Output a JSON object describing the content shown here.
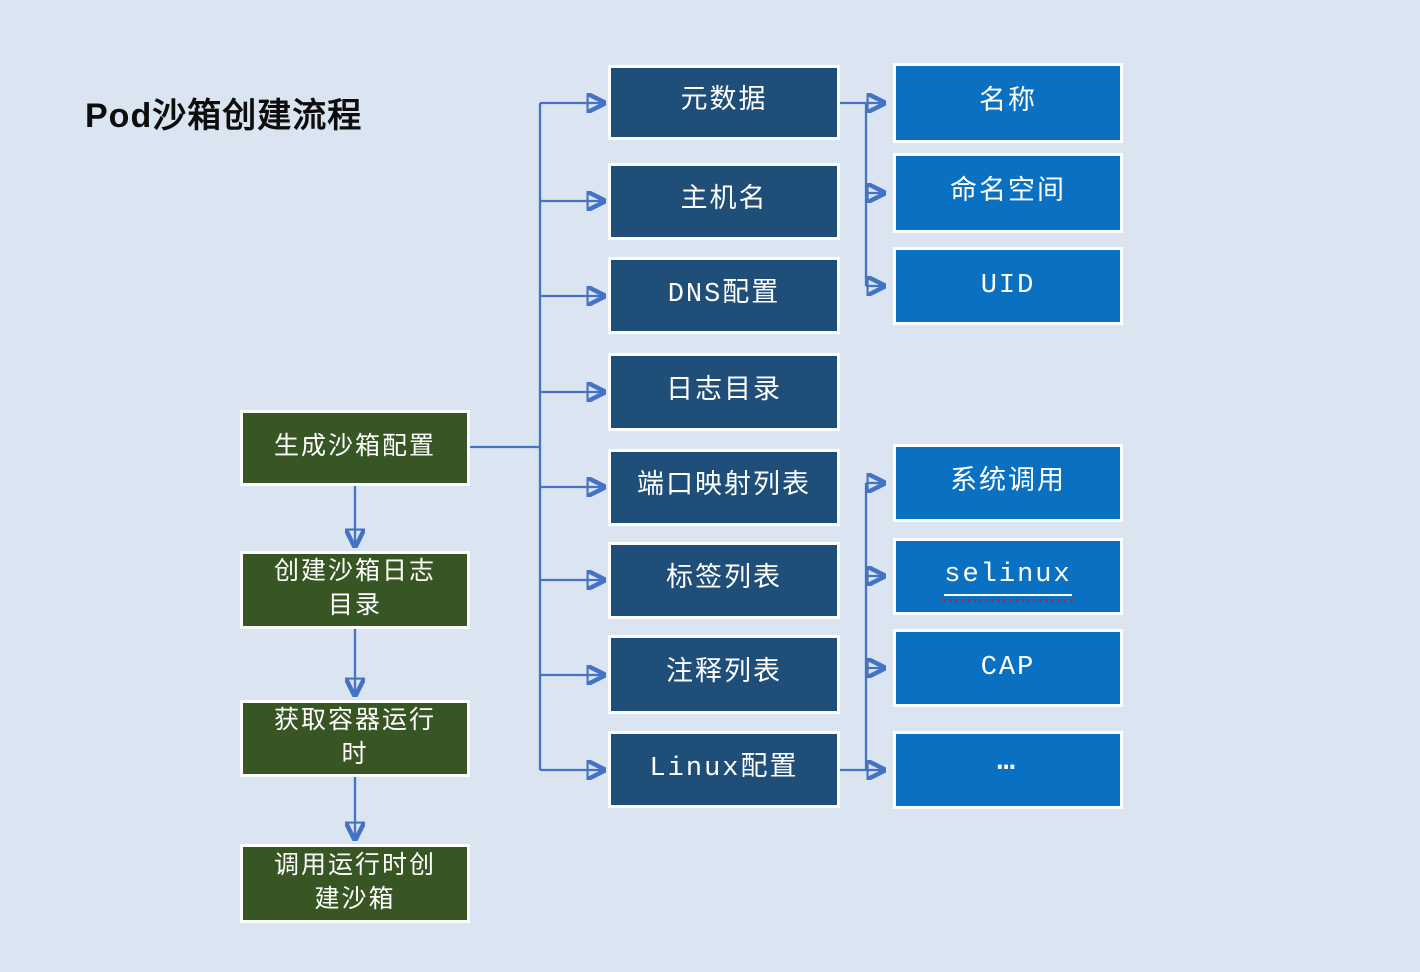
{
  "title": "Pod沙箱创建流程",
  "colors": {
    "background": "#dbe5f2",
    "flow_step_fill": "#375623",
    "config_item_fill": "#1f4e79",
    "detail_fill": "#0a70c2",
    "connector": "#4472c4",
    "text": "#ffffff"
  },
  "flow_steps": [
    {
      "label": "生成沙箱配置"
    },
    {
      "label": "创建沙箱日志目录"
    },
    {
      "label": "获取容器运行时"
    },
    {
      "label": "调用运行时创建沙箱"
    }
  ],
  "config_items": [
    {
      "label": "元数据"
    },
    {
      "label": "主机名"
    },
    {
      "label": "DNS配置"
    },
    {
      "label": "日志目录"
    },
    {
      "label": "端口映射列表"
    },
    {
      "label": "标签列表"
    },
    {
      "label": "注释列表"
    },
    {
      "label": "Linux配置"
    }
  ],
  "metadata_fields": [
    {
      "label": "名称"
    },
    {
      "label": "命名空间"
    },
    {
      "label": "UID"
    }
  ],
  "linux_fields": [
    {
      "label": "系统调用"
    },
    {
      "label": "selinux"
    },
    {
      "label": "CAP"
    },
    {
      "label": "…"
    }
  ]
}
